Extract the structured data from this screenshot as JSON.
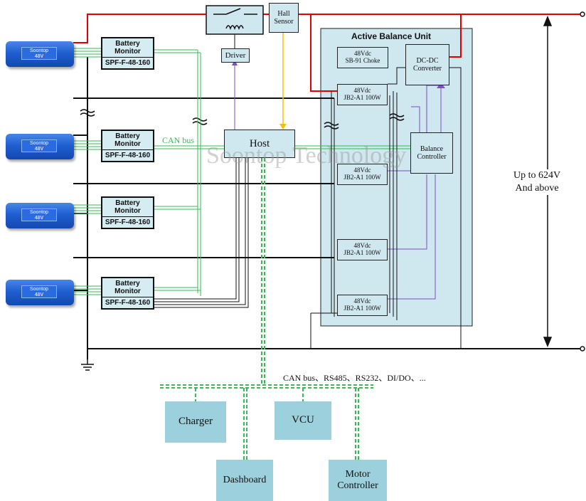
{
  "diagram": {
    "batteries": [
      {
        "brand": "Soontop",
        "voltage": "48V"
      },
      {
        "brand": "Soontop",
        "voltage": "48V"
      },
      {
        "brand": "Soontop",
        "voltage": "48V"
      },
      {
        "brand": "Soontop",
        "voltage": "48V"
      }
    ],
    "monitors": [
      {
        "title": "Battery Monitor",
        "model": "SPF-F-48-160"
      },
      {
        "title": "Battery Monitor",
        "model": "SPF-F-48-160"
      },
      {
        "title": "Battery Monitor",
        "model": "SPF-F-48-160"
      },
      {
        "title": "Battery Monitor",
        "model": "SPF-F-48-160"
      }
    ],
    "driver": "Driver",
    "hall_sensor": "Hall Sensor",
    "host": "Host",
    "can_bus": "CAN bus",
    "balance_unit": {
      "title": "Active Balance Unit",
      "choke_line1": "48Vdc",
      "choke_line2": "SB-91 Choke",
      "dcdc": "DC-DC Converter",
      "controller": "Balance Controller",
      "modules": [
        {
          "line1": "48Vdc",
          "line2": "JB2-A1 100W"
        },
        {
          "line1": "48Vdc",
          "line2": "JB2-A1 100W"
        },
        {
          "line1": "48Vdc",
          "line2": "JB2-A1 100W"
        },
        {
          "line1": "48Vdc",
          "line2": "JB2-A1 100W"
        }
      ]
    },
    "voltage_label_line1": "Up to 624V",
    "voltage_label_line2": "And above",
    "bus_label": "CAN bus、RS485、RS232、DI/DO、...",
    "peripherals": {
      "charger": "Charger",
      "vcu": "VCU",
      "dashboard": "Dashboard",
      "motor_controller": "Motor Controller"
    },
    "watermark": "Soontop Technology",
    "colors": {
      "power": "#e00000",
      "signal": "#111111",
      "can": "#33bb55",
      "control": "#7a4fc0",
      "hall": "#f5c000",
      "box_fill": "#cfe7ee",
      "peripheral_fill": "#9bd0dc"
    }
  }
}
